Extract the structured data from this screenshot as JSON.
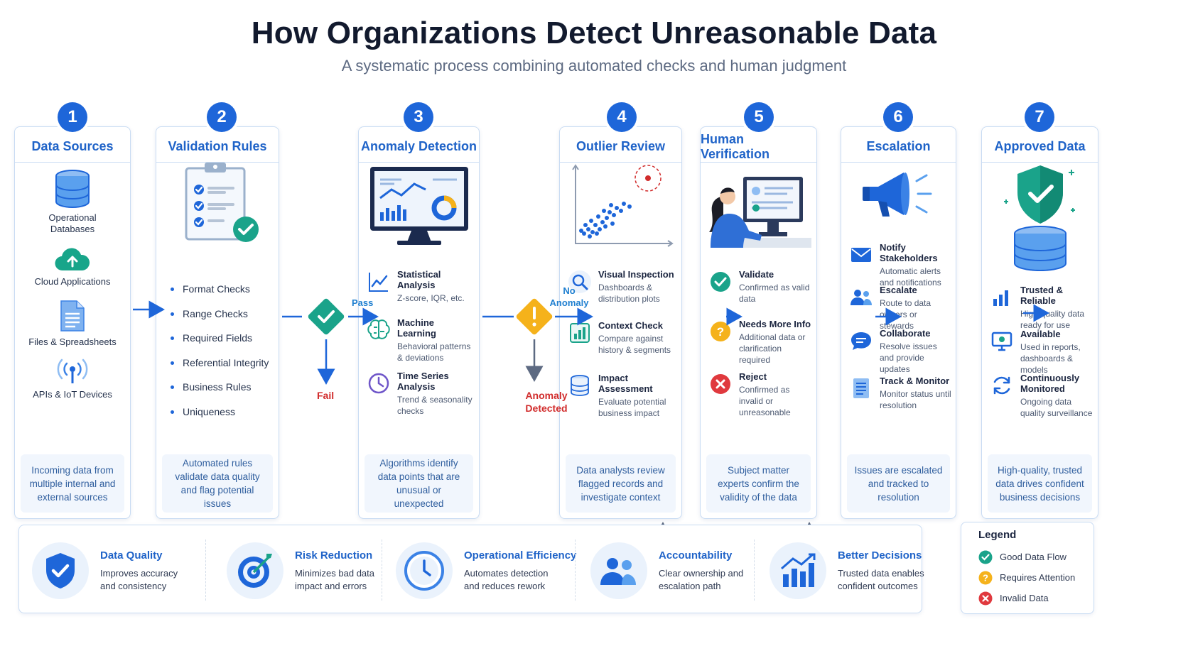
{
  "header": {
    "title": "How Organizations Detect Unreasonable Data",
    "subtitle": "A systematic process combining automated checks and human judgment"
  },
  "steps": [
    {
      "num": "1",
      "title": "Data Sources",
      "footer": "Incoming data from multiple internal and external sources",
      "items": [
        "Operational Databases",
        "Cloud Applications",
        "Files & Spreadsheets",
        "APIs & IoT Devices"
      ]
    },
    {
      "num": "2",
      "title": "Validation Rules",
      "footer": "Automated rules validate data quality and flag potential issues",
      "items": [
        "Format Checks",
        "Range Checks",
        "Required Fields",
        "Referential Integrity",
        "Business Rules",
        "Uniqueness"
      ]
    },
    {
      "num": "3",
      "title": "Anomaly Detection",
      "footer": "Algorithms identify data points that are unusual or unexpected",
      "features": [
        {
          "title": "Statistical Analysis",
          "desc": "Z-score, IQR, etc."
        },
        {
          "title": "Machine Learning",
          "desc": "Behavioral patterns & deviations"
        },
        {
          "title": "Time Series Analysis",
          "desc": "Trend & seasonality checks"
        }
      ]
    },
    {
      "num": "4",
      "title": "Outlier Review",
      "footer": "Data analysts review flagged records and investigate context",
      "features": [
        {
          "title": "Visual Inspection",
          "desc": "Dashboards & distribution plots"
        },
        {
          "title": "Context Check",
          "desc": "Compare against history & segments"
        },
        {
          "title": "Impact Assessment",
          "desc": "Evaluate potential business impact"
        }
      ]
    },
    {
      "num": "5",
      "title": "Human Verification",
      "footer": "Subject matter experts confirm the validity of the data",
      "features": [
        {
          "title": "Validate",
          "desc": "Confirmed as valid data"
        },
        {
          "title": "Needs More Info",
          "desc": "Additional data or clarification required"
        },
        {
          "title": "Reject",
          "desc": "Confirmed as invalid or unreasonable"
        }
      ]
    },
    {
      "num": "6",
      "title": "Escalation",
      "footer": "Issues are escalated and tracked to resolution",
      "features": [
        {
          "title": "Notify Stakeholders",
          "desc": "Automatic alerts and notifications"
        },
        {
          "title": "Escalate",
          "desc": "Route to data owners or stewards"
        },
        {
          "title": "Collaborate",
          "desc": "Resolve issues and provide updates"
        },
        {
          "title": "Track & Monitor",
          "desc": "Monitor status until resolution"
        }
      ]
    },
    {
      "num": "7",
      "title": "Approved Data",
      "footer": "High-quality, trusted data drives confident business decisions",
      "features": [
        {
          "title": "Trusted & Reliable",
          "desc": "High-quality data ready for use"
        },
        {
          "title": "Available",
          "desc": "Used in reports, dashboards & models"
        },
        {
          "title": "Continuously Monitored",
          "desc": "Ongoing data quality surveillance"
        }
      ]
    }
  ],
  "decisions": {
    "validation": {
      "pass": "Pass",
      "fail": "Fail"
    },
    "anomaly": {
      "no_anomaly": "No Anomaly",
      "detected": "Anomaly Detected"
    }
  },
  "benefits": [
    {
      "title": "Data Quality",
      "desc": "Improves accuracy and consistency",
      "icon": "shield-check-icon"
    },
    {
      "title": "Risk Reduction",
      "desc": "Minimizes bad data impact and errors",
      "icon": "target-icon"
    },
    {
      "title": "Operational Efficiency",
      "desc": "Automates detection and reduces rework",
      "icon": "clock-icon"
    },
    {
      "title": "Accountability",
      "desc": "Clear ownership and escalation path",
      "icon": "people-icon"
    },
    {
      "title": "Better Decisions",
      "desc": "Trusted data enables confident outcomes",
      "icon": "growth-chart-icon"
    }
  ],
  "legend": {
    "title": "Legend",
    "items": [
      {
        "label": "Good Data Flow",
        "color": "#1aa38a"
      },
      {
        "label": "Requires Attention",
        "color": "#f5b21b"
      },
      {
        "label": "Invalid Data",
        "color": "#e0393e"
      }
    ]
  },
  "colors": {
    "primary": "#1e66d9",
    "teal": "#1aa38a",
    "amber": "#f5b21b",
    "red": "#e0393e"
  }
}
